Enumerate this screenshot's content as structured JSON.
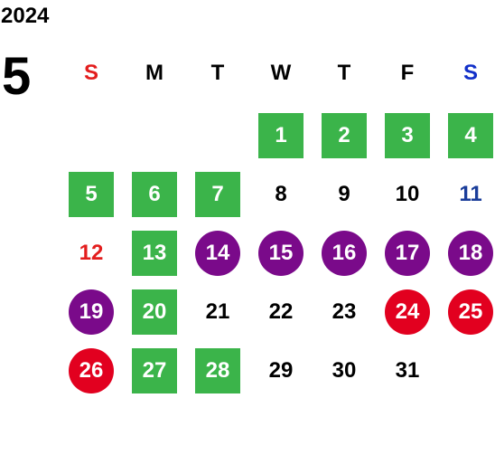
{
  "year": "2024",
  "month": "5",
  "weekdays": [
    {
      "label": "S",
      "color": "#e31d1d"
    },
    {
      "label": "M",
      "color": "#000000"
    },
    {
      "label": "T",
      "color": "#000000"
    },
    {
      "label": "W",
      "color": "#000000"
    },
    {
      "label": "T",
      "color": "#000000"
    },
    {
      "label": "F",
      "color": "#000000"
    },
    {
      "label": "S",
      "color": "#1230c9"
    }
  ],
  "first_weekday_index": 3,
  "days": [
    {
      "n": "1",
      "style": "green"
    },
    {
      "n": "2",
      "style": "green"
    },
    {
      "n": "3",
      "style": "green"
    },
    {
      "n": "4",
      "style": "green"
    },
    {
      "n": "5",
      "style": "green"
    },
    {
      "n": "6",
      "style": "green"
    },
    {
      "n": "7",
      "style": "green"
    },
    {
      "n": "8",
      "style": "plain"
    },
    {
      "n": "9",
      "style": "plain"
    },
    {
      "n": "10",
      "style": "plain"
    },
    {
      "n": "11",
      "style": "sat"
    },
    {
      "n": "12",
      "style": "sun"
    },
    {
      "n": "13",
      "style": "green"
    },
    {
      "n": "14",
      "style": "purple"
    },
    {
      "n": "15",
      "style": "purple"
    },
    {
      "n": "16",
      "style": "purple"
    },
    {
      "n": "17",
      "style": "purple"
    },
    {
      "n": "18",
      "style": "purple"
    },
    {
      "n": "19",
      "style": "purple"
    },
    {
      "n": "20",
      "style": "green"
    },
    {
      "n": "21",
      "style": "plain"
    },
    {
      "n": "22",
      "style": "plain"
    },
    {
      "n": "23",
      "style": "plain"
    },
    {
      "n": "24",
      "style": "red"
    },
    {
      "n": "25",
      "style": "red"
    },
    {
      "n": "26",
      "style": "red"
    },
    {
      "n": "27",
      "style": "green"
    },
    {
      "n": "28",
      "style": "green"
    },
    {
      "n": "29",
      "style": "plain"
    },
    {
      "n": "30",
      "style": "plain"
    },
    {
      "n": "31",
      "style": "plain"
    }
  ],
  "colors": {
    "green": "#3bb44a",
    "purple": "#7a0a8a",
    "red": "#e2001f",
    "sunday_text": "#e31d1d",
    "saturday_text": "#1a3d9a"
  }
}
